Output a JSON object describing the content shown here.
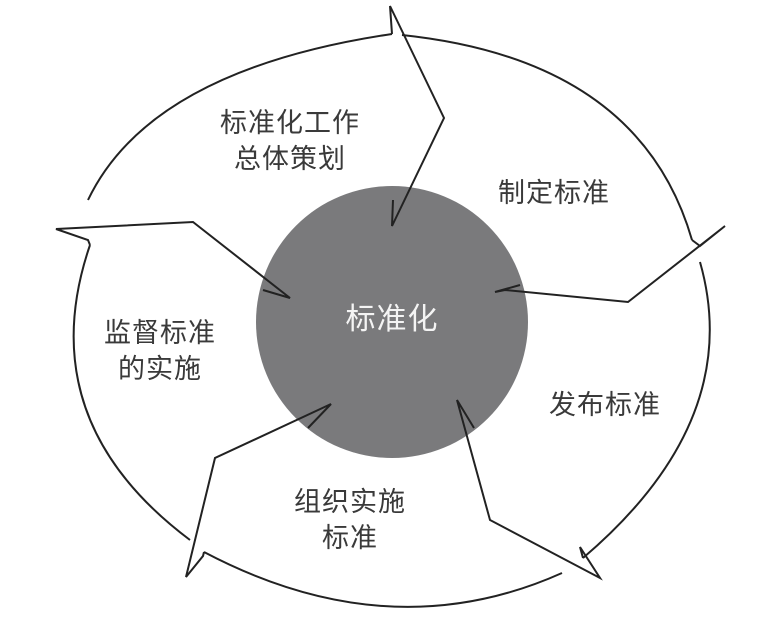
{
  "diagram": {
    "type": "cycle",
    "center": {
      "label": "标准化",
      "fill": "#7a7a7c",
      "text_color": "#f4f4f4"
    },
    "outline_color": "#222222",
    "background": "#ffffff",
    "stages": [
      {
        "id": "planning",
        "lines": [
          "标准化工作",
          "总体策划"
        ]
      },
      {
        "id": "formulate",
        "lines": [
          "制定标准"
        ]
      },
      {
        "id": "publish",
        "lines": [
          "发布标准"
        ]
      },
      {
        "id": "implement",
        "lines": [
          "组织实施",
          "标准"
        ]
      },
      {
        "id": "supervise",
        "lines": [
          "监督标准",
          "的实施"
        ]
      }
    ],
    "flow": "clockwise: 标准化工作总体策划 → 制定标准 → 发布标准 → 组织实施标准 → 监督标准的实施 → 标准化工作总体策划; each arrow also points into the central 标准化 circle"
  }
}
